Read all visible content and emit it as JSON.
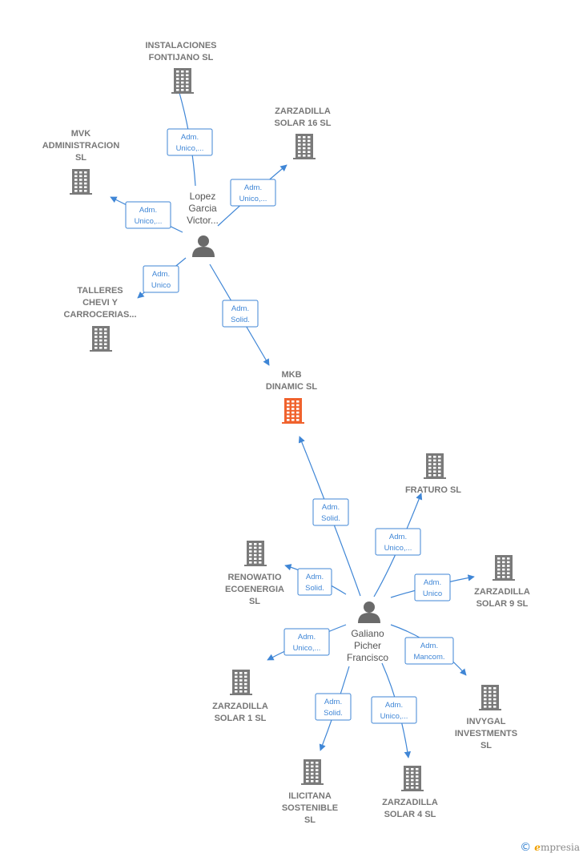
{
  "colors": {
    "edge": "#3f86d6",
    "company": "#7a7a7a",
    "focus": "#f0622d",
    "person": "#6a6a6a"
  },
  "nodes": [
    {
      "id": "instalaciones",
      "kind": "company",
      "icon": "building-icon",
      "lines": [
        "INSTALACIONES",
        "FONTIJANO  SL"
      ]
    },
    {
      "id": "zarzadilla16",
      "kind": "company",
      "icon": "building-icon",
      "lines": [
        "ZARZADILLA",
        "SOLAR 16  SL"
      ]
    },
    {
      "id": "mvk",
      "kind": "company",
      "icon": "building-icon",
      "lines": [
        "MVK",
        "ADMINISTRACION",
        "SL"
      ]
    },
    {
      "id": "lopez",
      "kind": "person",
      "icon": "person-icon",
      "lines": [
        "Lopez",
        "Garcia",
        "Victor..."
      ]
    },
    {
      "id": "talleres",
      "kind": "company",
      "icon": "building-icon",
      "lines": [
        "TALLERES",
        "CHEVI Y",
        "CARROCERIAS..."
      ]
    },
    {
      "id": "mkb",
      "kind": "focus",
      "icon": "building-icon",
      "lines": [
        "MKB",
        "DINAMIC  SL"
      ]
    },
    {
      "id": "fraturo",
      "kind": "company",
      "icon": "building-icon",
      "lines": [
        "FRATURO  SL"
      ]
    },
    {
      "id": "renovatio",
      "kind": "company",
      "icon": "building-icon",
      "lines": [
        "RENOWATIO",
        "ECOENERGIA",
        "SL"
      ]
    },
    {
      "id": "zarzadilla9",
      "kind": "company",
      "icon": "building-icon",
      "lines": [
        "ZARZADILLA",
        "SOLAR 9 SL"
      ]
    },
    {
      "id": "galiano",
      "kind": "person",
      "icon": "person-icon",
      "lines": [
        "Galiano",
        "Picher",
        "Francisco"
      ]
    },
    {
      "id": "zarzadilla1",
      "kind": "company",
      "icon": "building-icon",
      "lines": [
        "ZARZADILLA",
        "SOLAR 1  SL"
      ]
    },
    {
      "id": "invygal",
      "kind": "company",
      "icon": "building-icon",
      "lines": [
        "INVYGAL",
        "INVESTMENTS",
        "SL"
      ]
    },
    {
      "id": "ilicitana",
      "kind": "company",
      "icon": "building-icon",
      "lines": [
        "ILICITANA",
        "SOSTENIBLE",
        "SL"
      ]
    },
    {
      "id": "zarzadilla4",
      "kind": "company",
      "icon": "building-icon",
      "lines": [
        "ZARZADILLA",
        "SOLAR 4 SL"
      ]
    }
  ],
  "edges": [
    {
      "from": "lopez",
      "to": "instalaciones",
      "lines": [
        "Adm.",
        "Unico,..."
      ]
    },
    {
      "from": "lopez",
      "to": "zarzadilla16",
      "lines": [
        "Adm.",
        "Unico,..."
      ]
    },
    {
      "from": "lopez",
      "to": "mvk",
      "lines": [
        "Adm.",
        "Unico,..."
      ]
    },
    {
      "from": "lopez",
      "to": "talleres",
      "lines": [
        "Adm.",
        "Unico"
      ]
    },
    {
      "from": "lopez",
      "to": "mkb",
      "lines": [
        "Adm.",
        "Solid."
      ]
    },
    {
      "from": "galiano",
      "to": "mkb",
      "lines": [
        "Adm.",
        "Solid."
      ]
    },
    {
      "from": "galiano",
      "to": "fraturo",
      "lines": [
        "Adm.",
        "Unico,..."
      ]
    },
    {
      "from": "galiano",
      "to": "renovatio",
      "lines": [
        "Adm.",
        "Solid."
      ]
    },
    {
      "from": "galiano",
      "to": "zarzadilla9",
      "lines": [
        "Adm.",
        "Unico"
      ]
    },
    {
      "from": "galiano",
      "to": "zarzadilla1",
      "lines": [
        "Adm.",
        "Unico,..."
      ]
    },
    {
      "from": "galiano",
      "to": "invygal",
      "lines": [
        "Adm.",
        "Mancom."
      ]
    },
    {
      "from": "galiano",
      "to": "ilicitana",
      "lines": [
        "Adm.",
        "Solid."
      ]
    },
    {
      "from": "galiano",
      "to": "zarzadilla4",
      "lines": [
        "Adm.",
        "Unico,..."
      ]
    }
  ],
  "footer": {
    "copyright_symbol": "©",
    "brand_first": "e",
    "brand_rest": "mpresia"
  }
}
